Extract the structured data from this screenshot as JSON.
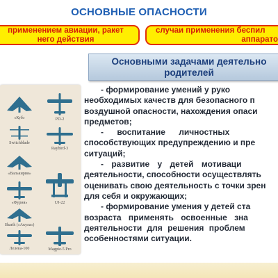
{
  "slide": {
    "title": "ОСНОВНЫЕ ОПАСНОСТИ"
  },
  "banners": {
    "left": [
      "применением авиации, ракет",
      "него действия"
    ],
    "right": [
      "случаи применения беспил",
      "аппарато"
    ]
  },
  "tasks": {
    "header": [
      "Основными задачами деятельно",
      "родителей"
    ],
    "lines": [
      "- формирование умений у руко",
      "необходимых качеств для безопасного п",
      "воздушной опасности, нахождения опаси",
      "предметов;",
      "- воспитание личностных",
      "способствующих предупреждению и пре",
      "ситуаций;",
      "- развитие у детей мотиваци",
      "деятельности, способности осуществлять",
      "оценивать свою деятельность с точки зрен",
      "для себя и окружающих;",
      "- формирование умения у детей ста",
      "возраста применять освоенные зна",
      "деятельности для решения проблем",
      "особенностями ситуации."
    ]
  },
  "drones": [
    {
      "caption": "«Куб»",
      "icon": "flying-wing-icon"
    },
    {
      "caption": "PD-2",
      "icon": "fixed-wing-drone-icon"
    },
    {
      "caption": "Switchblade",
      "icon": "loitering-munition-icon"
    },
    {
      "caption": "Raybird-3",
      "icon": "fixed-wing-drone-icon"
    },
    {
      "caption": "«Валькирия»",
      "icon": "flying-wing-icon"
    },
    {
      "caption": "«Фурия»",
      "icon": "fixed-wing-drone-icon"
    },
    {
      "caption": "UJ-22",
      "icon": "twin-boom-drone-icon"
    },
    {
      "caption": "Sharik («Акула»)",
      "icon": "flying-wing-icon"
    },
    {
      "caption": "Лелека-100",
      "icon": "fixed-wing-drone-icon"
    },
    {
      "caption": "Magpie-5 Pro",
      "icon": "fixed-wing-drone-icon"
    }
  ],
  "colors": {
    "title": "#1f5fb3",
    "banner_fill": "#ffee00",
    "banner_border": "#e1300b",
    "banner_text": "#d41d0a",
    "drone_silhouette": "#2f6f8f"
  }
}
